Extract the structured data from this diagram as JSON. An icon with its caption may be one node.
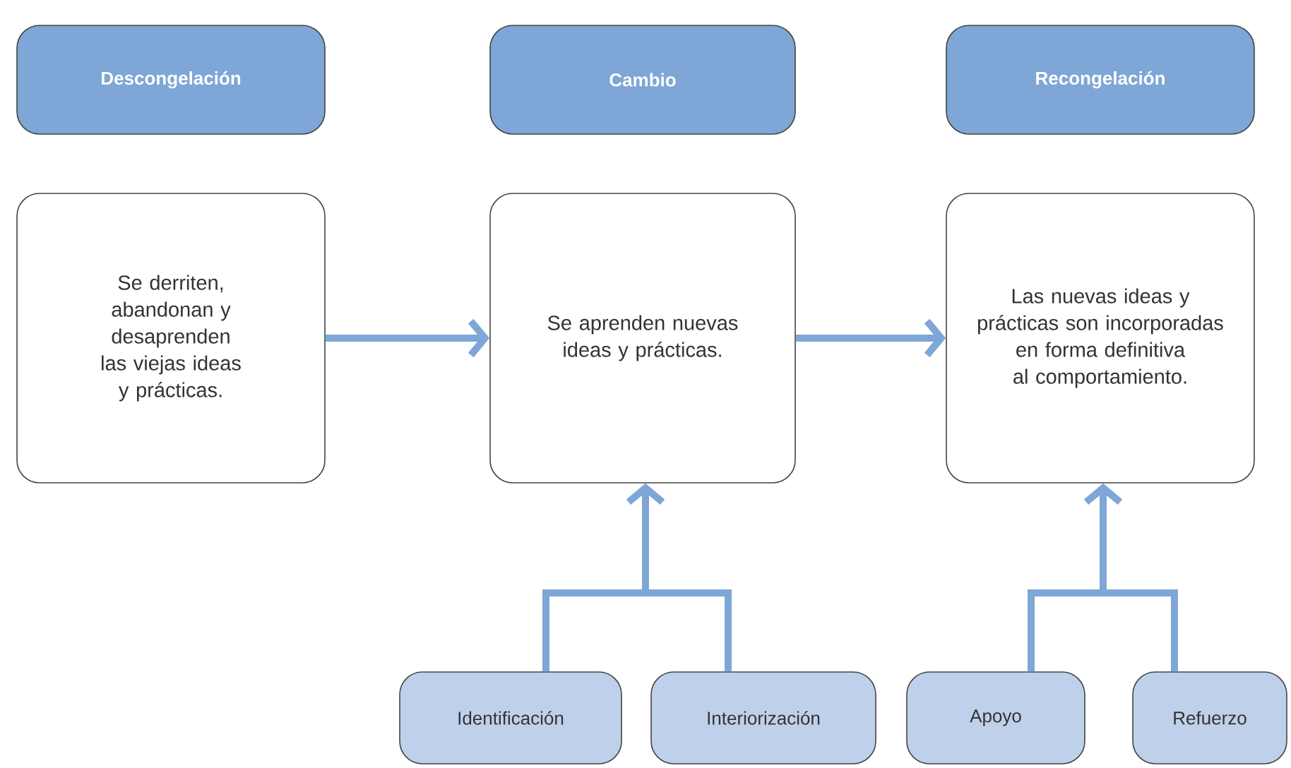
{
  "diagram": {
    "nodes": [
      {
        "text": [
          "Descongelación"
        ]
      },
      {
        "text": [
          "Cambio"
        ]
      },
      {
        "text": [
          "Recongelación"
        ]
      },
      {
        "text": [
          "Se derriten, abandonan y desaprenden las viejas ideas y prácticas."
        ]
      },
      {
        "text": [
          "Se aprenden nuevas ideas y prácticas."
        ]
      },
      {
        "text": [
          "Las nuevas ideas y prácticas son incorporadas en forma definitiva al comportamiento."
        ]
      },
      {
        "text": [
          "Identificación"
        ]
      },
      {
        "text": [
          "Interiorización"
        ]
      },
      {
        "text": [
          "Apoyo"
        ]
      },
      {
        "text": [
          "Refuerzo"
        ]
      }
    ],
    "edges": [
      {
        "from": 3,
        "to": 4,
        "arrow": "to"
      },
      {
        "from": 4,
        "to": 5,
        "arrow": "to"
      },
      {
        "from": 6,
        "to": 4,
        "arrow": "to"
      },
      {
        "from": 7,
        "to": 4,
        "arrow": "to"
      },
      {
        "from": 8,
        "to": 5,
        "arrow": "to"
      },
      {
        "from": 9,
        "to": 5,
        "arrow": "to"
      }
    ]
  }
}
